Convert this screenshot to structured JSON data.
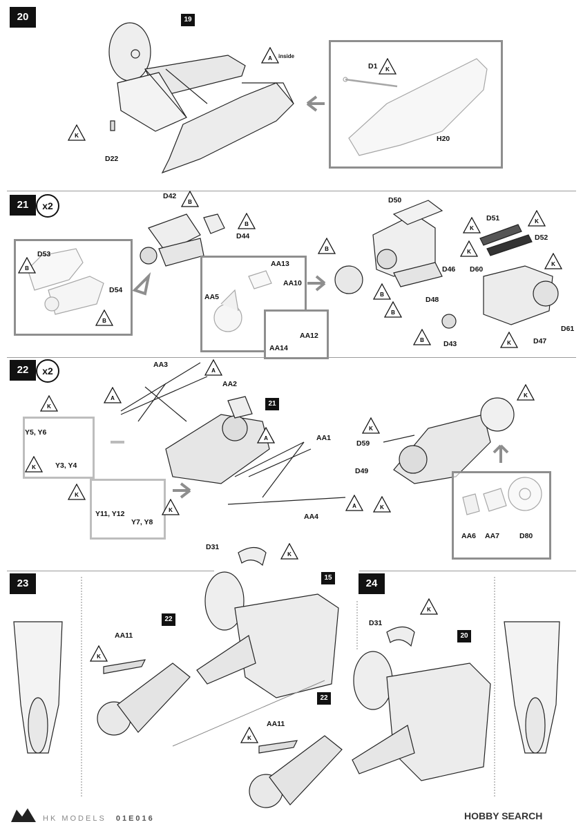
{
  "steps": {
    "s20": "20",
    "s21": "21",
    "s22": "22",
    "s23": "23",
    "s24": "24"
  },
  "multipliers": {
    "m21": "x2",
    "m22": "x2"
  },
  "refs": {
    "r19": "19",
    "r21": "21",
    "r15": "15",
    "r22a": "22",
    "r22b": "22",
    "r20": "20"
  },
  "markers": {
    "A": "A",
    "B": "B",
    "K": "K"
  },
  "notes": {
    "inside": "inside"
  },
  "labels": {
    "D1": "D1",
    "H20": "H20",
    "D22": "D22",
    "D42": "D42",
    "D44": "D44",
    "D53": "D53",
    "D54": "D54",
    "AA13": "AA13",
    "AA10": "AA10",
    "AA5": "AA5",
    "AA12": "AA12",
    "AA14": "AA14",
    "D50": "D50",
    "D46": "D46",
    "D48": "D48",
    "D43": "D43",
    "D51": "D51",
    "D52": "D52",
    "D60": "D60",
    "D47": "D47",
    "D61": "D61",
    "AA3": "AA3",
    "AA2": "AA2",
    "AA1": "AA1",
    "AA4": "AA4",
    "Y5Y6": "Y5, Y6",
    "Y3Y4": "Y3, Y4",
    "Y11Y12": "Y11, Y12",
    "Y7Y8": "Y7, Y8",
    "D59": "D59",
    "D49": "D49",
    "AA6": "AA6",
    "AA7": "AA7",
    "D80": "D80",
    "D31a": "D31",
    "D31b": "D31",
    "AA11a": "AA11",
    "AA11b": "AA11"
  },
  "footer": {
    "brand": "HK MODELS",
    "code": "01E016",
    "watermark": "HOBBY SEARCH"
  }
}
